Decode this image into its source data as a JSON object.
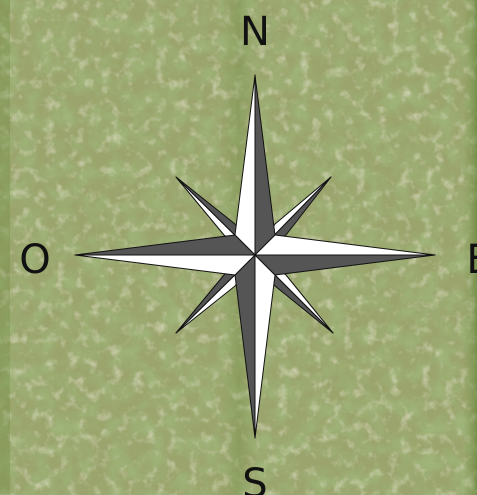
{
  "map": {
    "directions": {
      "north": "N",
      "west": "O",
      "east": "E",
      "south": "S"
    }
  },
  "style": {
    "ground_color": "#8f9d63",
    "grass_dark": "#5f7a36",
    "grass_light": "#b7b487",
    "star_dark": "#555555",
    "star_light": "#ffffff",
    "outline": "#111111"
  }
}
